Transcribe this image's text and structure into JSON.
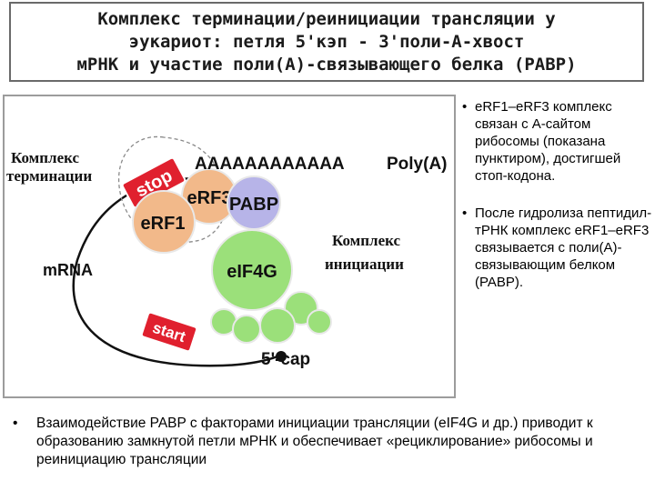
{
  "title": {
    "line1": "Комплекс терминации/реинициации трансляции у",
    "line2": "эукариот: петля 5'кэп - 3'поли-А-хвост",
    "line3": "мРНК и участие поли(А)-связывающего белка (PABP)"
  },
  "diagram": {
    "label_termination_1": "Комплекс",
    "label_termination_2": "терминации",
    "label_initiation_1": "Комплекс",
    "label_initiation_2": "инициации",
    "stop_sign": "stop",
    "start_sign": "start",
    "erf1": "eRF1",
    "erf3": "eRF3",
    "pabp": "PABP",
    "eif4g": "eIF4G",
    "mrna": "mRNA",
    "cap": "5'-cap",
    "poly_a_seq": "AAAAAAAAAAAA",
    "poly_a": "Poly(A)",
    "colors": {
      "erf": "#f2b98a",
      "pabp": "#b7b4e8",
      "eif4g": "#9be07a",
      "sign": "#e0202e"
    }
  },
  "side_bullets": [
    "eRF1–eRF3 комплекс связан с А-сайтом рибосомы (показана пунктиром), достигшей стоп-кодона.",
    "После гидролиза пептидил-тРНК комплекс eRF1–eRF3 связывается с поли(А)-связывающим белком (PABP)."
  ],
  "bottom_bullet": "Взаимодействие PABP с факторами инициации трансляции (eIF4G и др.) приводит к образованию замкнутой петли мРНК и обеспечивает «рециклирование» рибосомы и реинициацию трансляции"
}
